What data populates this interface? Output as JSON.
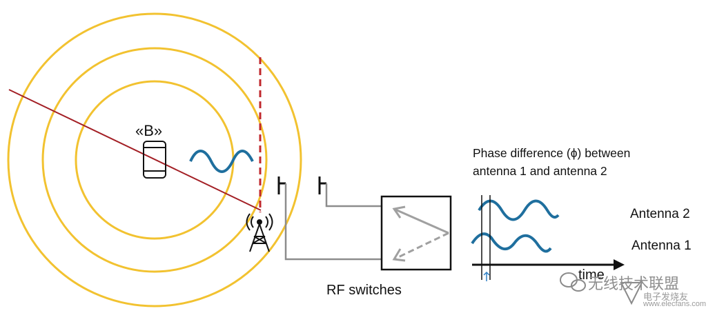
{
  "labels": {
    "phone_label": "«B»",
    "phase_title_line1": "Phase difference (ϕ) between",
    "phase_title_line2": "antenna 1 and antenna 2",
    "antenna2": "Antenna  2",
    "antenna1": "Antenna  1",
    "rf_switches": "RF switches",
    "time_axis": "time"
  },
  "watermark": {
    "cn_text": "无线技术联盟",
    "site": "电子发烧友",
    "url": "www.elecfans.com"
  },
  "colors": {
    "ring": "#f2c230",
    "ray": "#a31f25",
    "dashed": "#c0282d",
    "wave": "#1f6f9e",
    "wire": "#8c8c8c",
    "ink": "#111111",
    "marker": "#2d7fc4"
  },
  "icons": [
    "phone-icon",
    "tower-icon",
    "antenna-icon",
    "rf-switch-box",
    "wechat-icon"
  ]
}
